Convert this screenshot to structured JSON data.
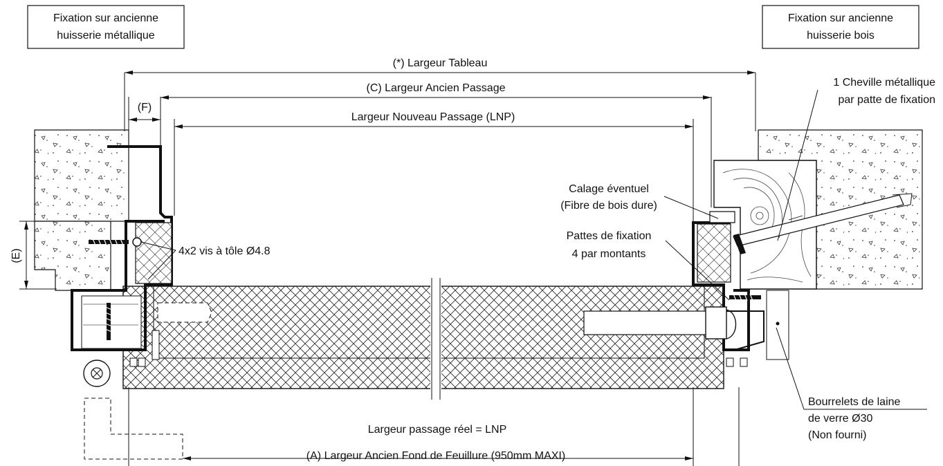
{
  "labels": {
    "left_box": [
      "Fixation sur ancienne",
      "huisserie métallique"
    ],
    "right_box": [
      "Fixation sur ancienne",
      "huisserie bois"
    ],
    "largeur_tableau": "(*) Largeur Tableau",
    "largeur_ancien_passage": "(C) Largeur Ancien Passage",
    "largeur_nouveau_passage": "Largeur Nouveau Passage (LNP)",
    "dim_f": "(F)",
    "dim_e": "(E)",
    "vis": "4x2 vis à tôle Ø4.8",
    "cheville": [
      "1 Cheville métallique",
      "par patte de fixation"
    ],
    "calage": [
      "Calage éventuel",
      "(Fibre de bois dure)"
    ],
    "pattes": [
      "Pattes de fixation",
      "4 par montants"
    ],
    "bourrelets": [
      "Bourrelets de laine",
      "de verre Ø30",
      "(Non fourni)"
    ],
    "passage_reel": "Largeur passage réel = LNP",
    "fond_feuillure": "(A) Largeur Ancien Fond de Feuillure (950mm MAXI)"
  }
}
